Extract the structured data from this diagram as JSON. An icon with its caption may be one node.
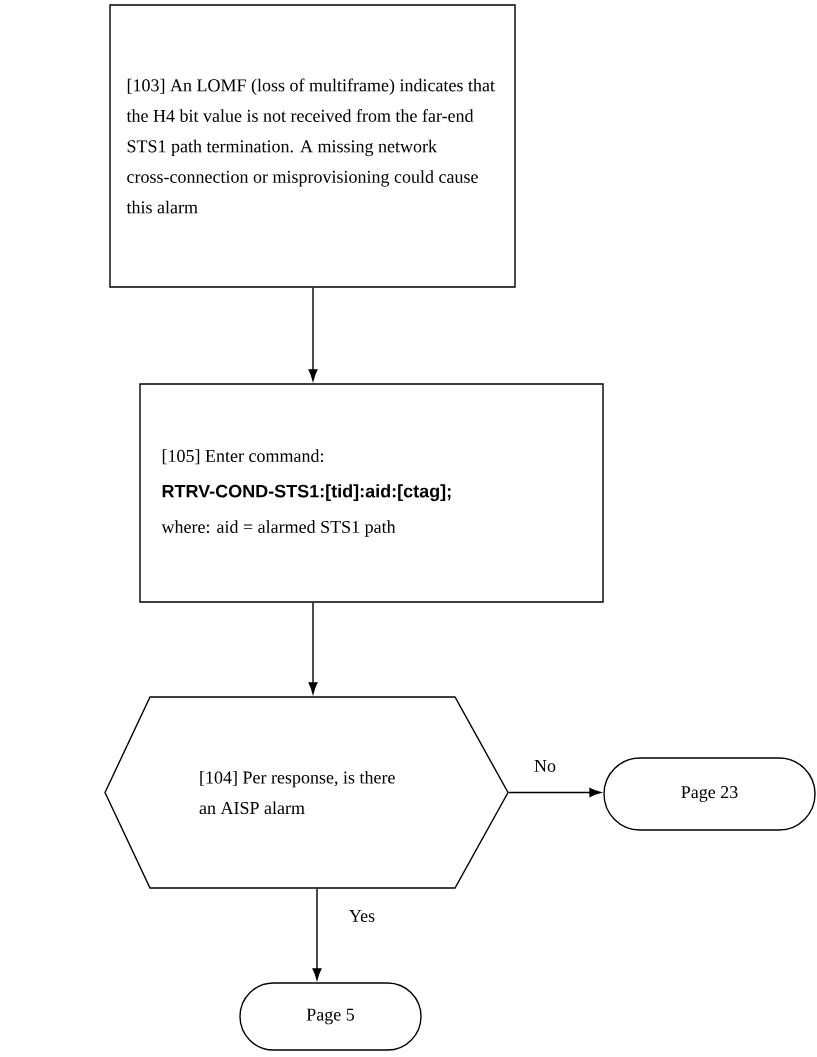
{
  "diagram": {
    "nodes": [
      {
        "text": [
          "[103] An LOMF (loss of multiframe) indicates that the H4 bit value is not received from the far-end STS1 path termination. A missing network cross-connection or misprovisioning could cause this alarm"
        ]
      },
      {
        "text": [
          "[105] Enter command:",
          "RTRV-COND-STS1:[tid]:aid:[ctag];",
          "where: aid = alarmed STS1 path"
        ]
      },
      {
        "text": [
          "[104] Per response, is there an AISP alarm"
        ]
      },
      {
        "text": [
          "Page 23"
        ]
      },
      {
        "text": [
          "Page 5"
        ]
      }
    ],
    "edges": [
      {
        "from": 0,
        "to": 1,
        "arrow": "to"
      },
      {
        "from": 1,
        "to": 2,
        "arrow": "to"
      },
      {
        "from": 2,
        "to": 3,
        "arrow": "to",
        "label": "No"
      },
      {
        "from": 2,
        "to": 4,
        "arrow": "to",
        "label": "Yes"
      }
    ]
  }
}
